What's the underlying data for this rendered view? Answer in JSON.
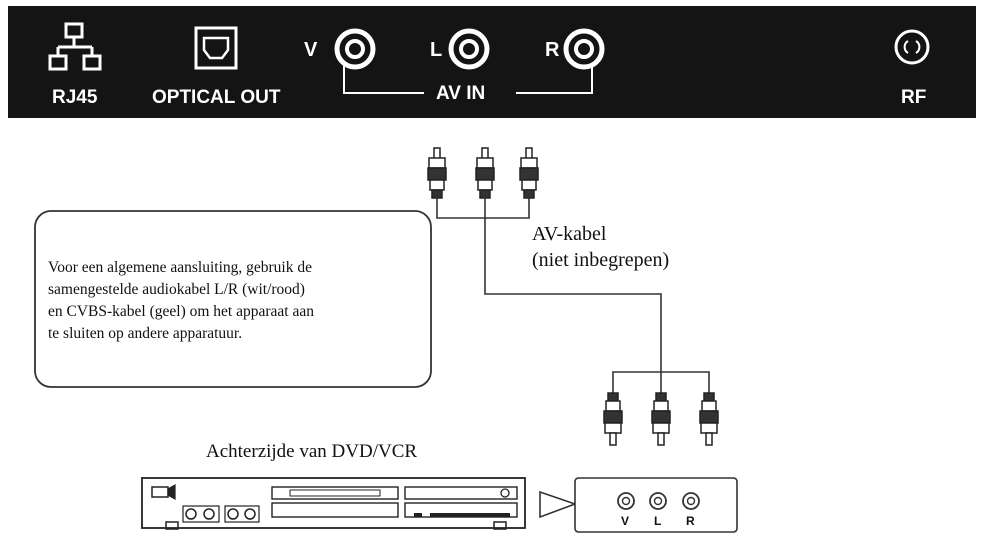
{
  "panel": {
    "background": "#141414",
    "rj45_label": "RJ45",
    "optical_label": "OPTICAL OUT",
    "v_label": "V",
    "l_label": "L",
    "r_label": "R",
    "av_in_label": "AV IN",
    "rf_label": "RF"
  },
  "cable": {
    "label_line1": "AV-kabel",
    "label_line2": "(niet inbegrepen)"
  },
  "callout": {
    "lines": [
      "Voor een algemene aansluiting, gebruik de",
      "samengestelde audiokabel L/R (wit/rood)",
      "en CVBS-kabel (geel) om het apparaat aan",
      "te sluiten op andere apparatuur."
    ]
  },
  "dvd": {
    "title": "Achterzijde van DVD/VCR",
    "jack_v": "V",
    "jack_l": "L",
    "jack_r": "R"
  }
}
